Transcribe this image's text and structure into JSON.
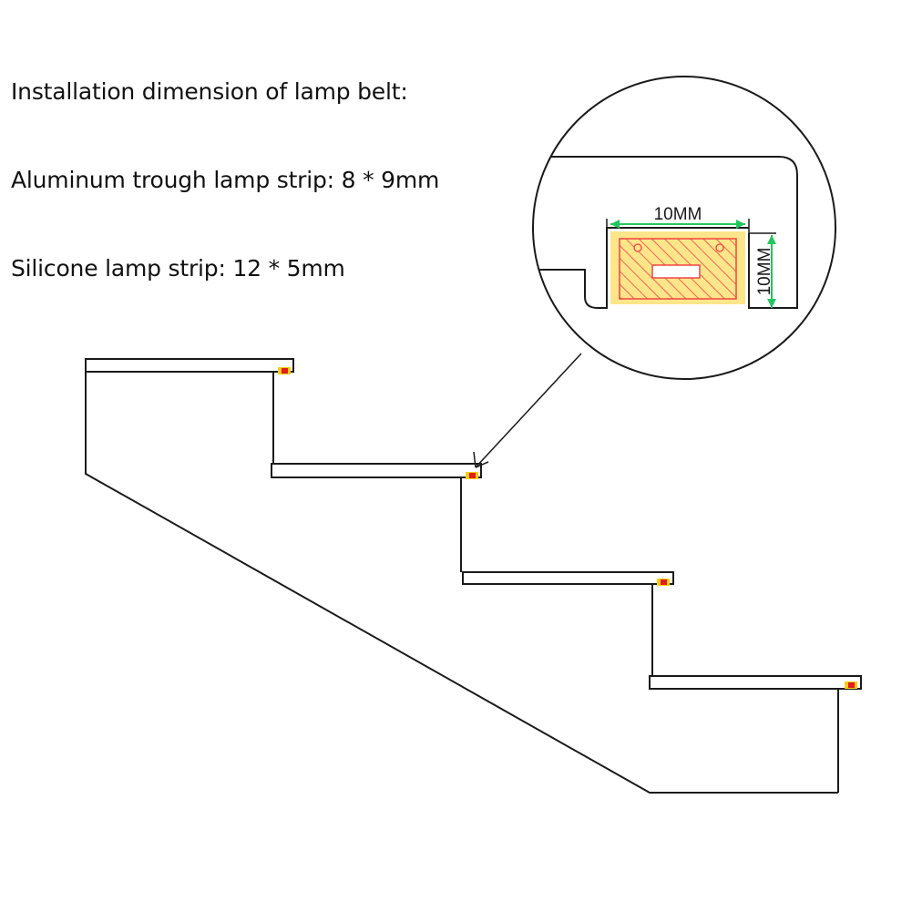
{
  "text": {
    "heading": "Installation dimension of lamp belt:",
    "aluminum_spec": "Aluminum trough lamp strip: 8 * 9mm",
    "silicone_spec": "Silicone lamp strip: 12 * 5mm"
  },
  "detail": {
    "width_label": "10MM",
    "height_label": "10MM"
  },
  "colors": {
    "line": "#1a1a1a",
    "dimension": "#22c55e",
    "strip_fill": "#fde68a",
    "strip_hatch": "#ef4444",
    "led_red": "#e11d1d",
    "led_yellow": "#facc15"
  }
}
